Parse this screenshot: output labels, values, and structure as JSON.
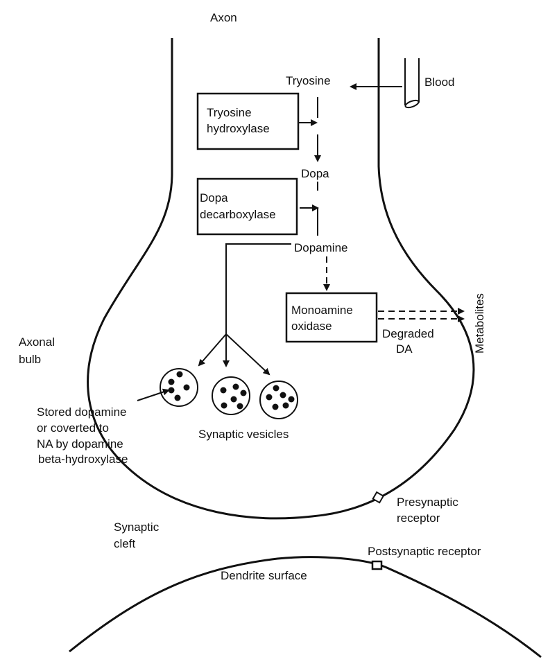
{
  "title": "Dopamine synthesis at the synapse",
  "labels": {
    "axon": "Axon",
    "blood": "Blood",
    "tyrosine": "Tryosine",
    "tyrosine_hydroxylase": [
      "Tryosine",
      "hydroxylase"
    ],
    "dopa": "Dopa",
    "dopa_decarboxylase": [
      "Dopa",
      "decarboxylase"
    ],
    "dopamine": "Dopamine",
    "monoamine_oxidase": [
      "Monoamine",
      "oxidase"
    ],
    "degraded_da": [
      "Degraded",
      "DA"
    ],
    "metabolites": "Metabolites",
    "axonal_bulb": [
      "Axonal",
      "bulb"
    ],
    "stored_dopamine": [
      "Stored dopamine",
      "or coverted to",
      "NA by dopamine",
      "beta-hydroxylase"
    ],
    "synaptic_vesicles": "Synaptic vesicles",
    "presynaptic_receptor": [
      "Presynaptic",
      "receptor"
    ],
    "synaptic_cleft": [
      "Synaptic",
      "cleft"
    ],
    "postsynaptic_receptor": "Postsynaptic receptor",
    "dendrite_surface": "Dendrite surface"
  }
}
